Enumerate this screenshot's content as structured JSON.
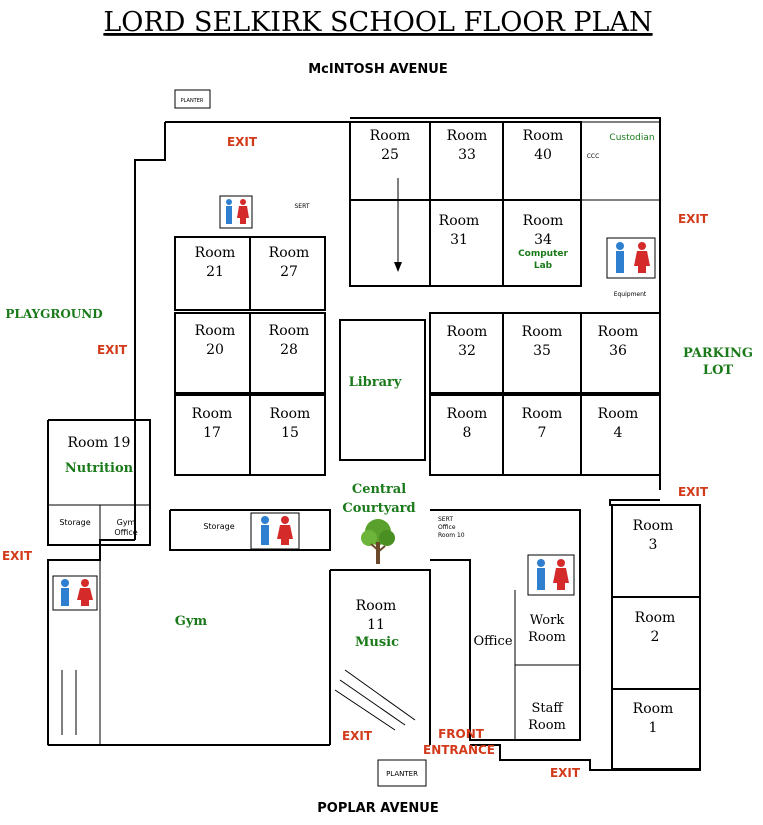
{
  "title": "LORD SELKIRK SCHOOL FLOOR PLAN",
  "streets": {
    "north": "McINTOSH AVENUE",
    "south": "POPLAR AVENUE"
  },
  "areas": {
    "playground": "PLAYGROUND",
    "parking": [
      "PARKING",
      "LOT"
    ],
    "library": "Library",
    "courtyard": [
      "Central",
      "Courtyard"
    ],
    "gym": "Gym",
    "nutrition": "Nutrition",
    "music": "Music",
    "computer_lab": [
      "Computer",
      "Lab"
    ],
    "front_entrance": [
      "FRONT",
      "ENTRANCE"
    ]
  },
  "rooms": [
    {
      "id": "25",
      "l1": "Room",
      "l2": "25"
    },
    {
      "id": "33",
      "l1": "Room",
      "l2": "33"
    },
    {
      "id": "40",
      "l1": "Room",
      "l2": "40"
    },
    {
      "id": "31",
      "l1": "Room",
      "l2": "31"
    },
    {
      "id": "34",
      "l1": "Room",
      "l2": "34"
    },
    {
      "id": "21",
      "l1": "Room",
      "l2": "21"
    },
    {
      "id": "27",
      "l1": "Room",
      "l2": "27"
    },
    {
      "id": "20",
      "l1": "Room",
      "l2": "20"
    },
    {
      "id": "28",
      "l1": "Room",
      "l2": "28"
    },
    {
      "id": "17",
      "l1": "Room",
      "l2": "17"
    },
    {
      "id": "15",
      "l1": "Room",
      "l2": "15"
    },
    {
      "id": "32",
      "l1": "Room",
      "l2": "32"
    },
    {
      "id": "35",
      "l1": "Room",
      "l2": "35"
    },
    {
      "id": "36",
      "l1": "Room",
      "l2": "36"
    },
    {
      "id": "8",
      "l1": "Room",
      "l2": "8"
    },
    {
      "id": "7",
      "l1": "Room",
      "l2": "7"
    },
    {
      "id": "4",
      "l1": "Room",
      "l2": "4"
    },
    {
      "id": "19",
      "l1": "Room 19",
      "l2": ""
    },
    {
      "id": "11",
      "l1": "Room",
      "l2": "11"
    },
    {
      "id": "3",
      "l1": "Room",
      "l2": "3"
    },
    {
      "id": "2",
      "l1": "Room",
      "l2": "2"
    },
    {
      "id": "1",
      "l1": "Room",
      "l2": "1"
    },
    {
      "id": "work",
      "l1": "Work",
      "l2": "Room"
    },
    {
      "id": "staff",
      "l1": "Staff",
      "l2": "Room"
    }
  ],
  "labels": {
    "office": "Office",
    "storage": "Storage",
    "gym_office": [
      "Gym",
      "Office"
    ],
    "custodian": "Custodian",
    "ccc": "CCC",
    "sert": "SERT",
    "sert_office": [
      "SERT",
      "Office",
      "Room 10"
    ],
    "equipment": "Equipment",
    "planter": "PLANTER"
  },
  "exit_label": "EXIT",
  "colors": {
    "exit": "#d23a1a",
    "green": "#1a7a1a",
    "restroom_male": "#2e7fcf",
    "restroom_female": "#d42a2a",
    "tree": "#5aa02c"
  }
}
